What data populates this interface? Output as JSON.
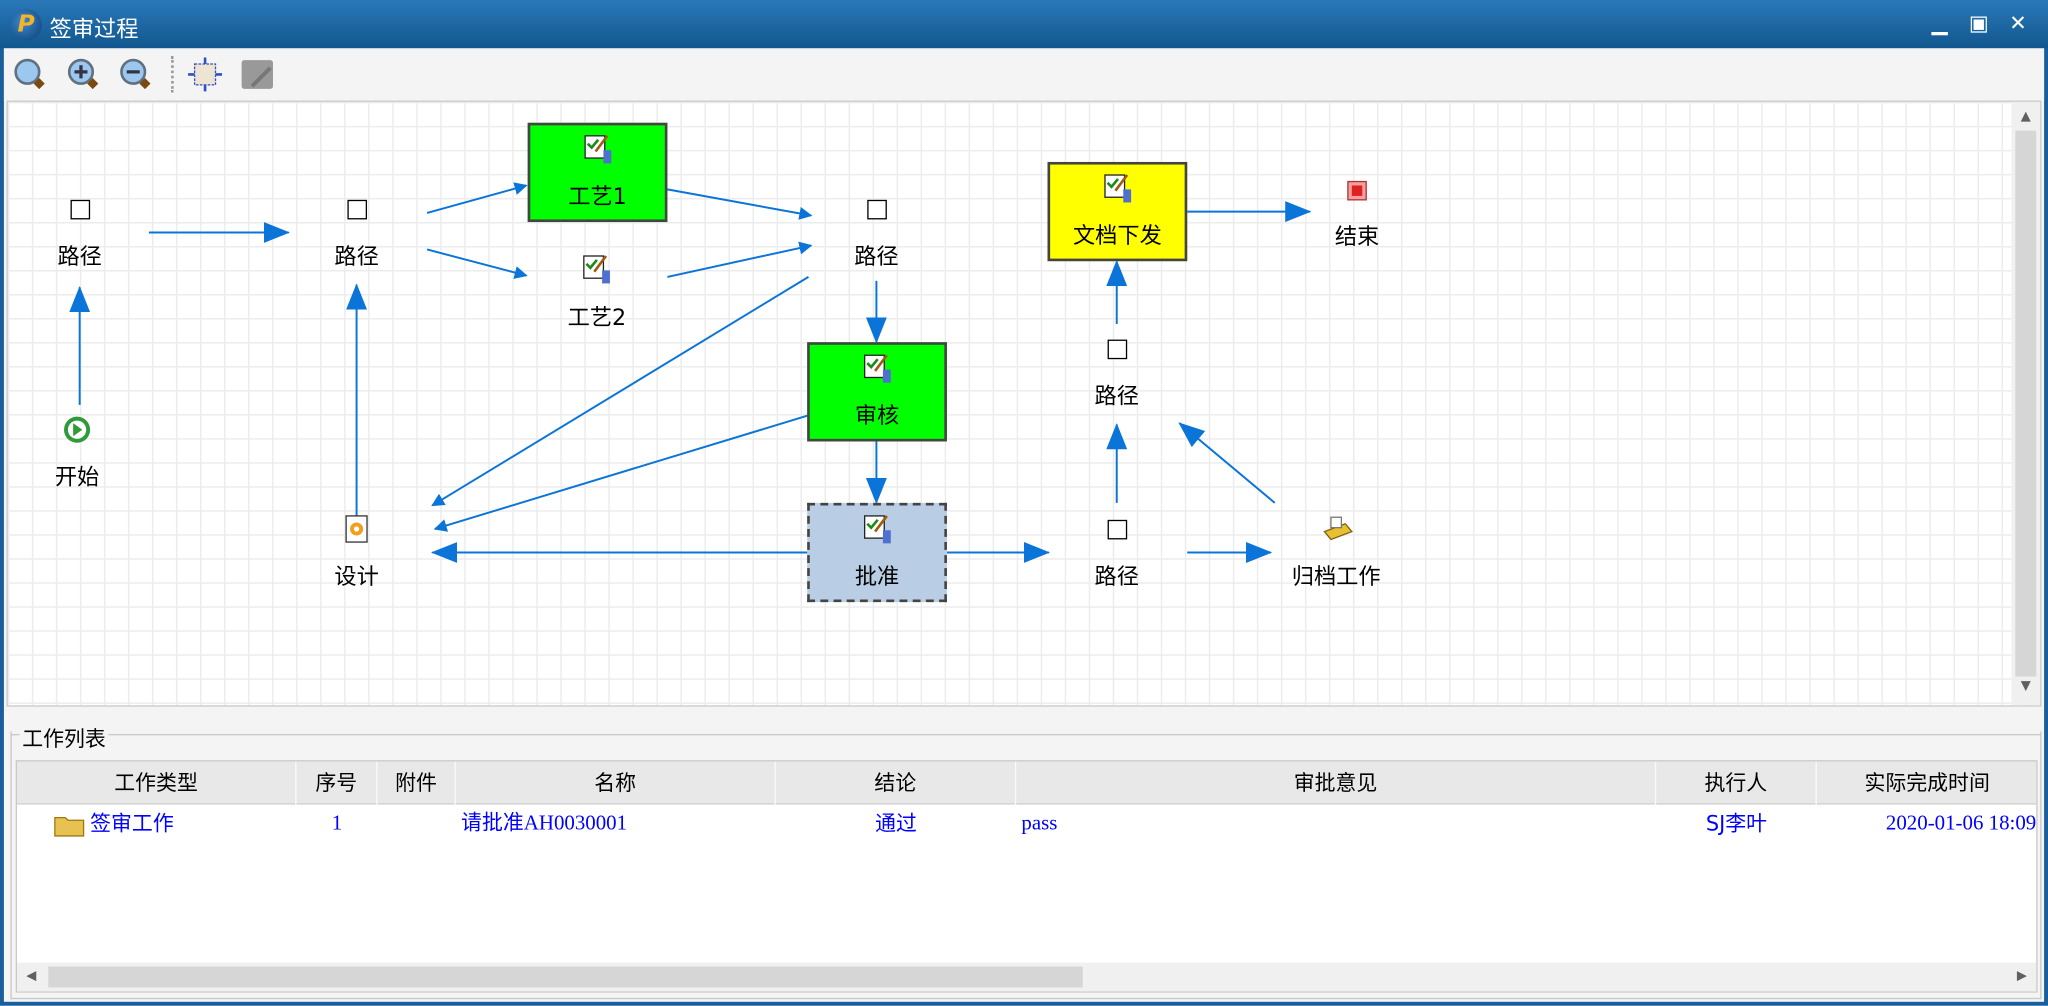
{
  "window": {
    "title": "签审过程",
    "logo_letter": "P"
  },
  "toolbar": {
    "buttons": [
      "zoom-icon",
      "zoom-in-icon",
      "zoom-out-icon",
      "fit-icon",
      "edit-icon"
    ]
  },
  "diagram": {
    "nodes": {
      "route1": "路径",
      "start": "开始",
      "route2": "路径",
      "design": "设计",
      "craft1": "工艺1",
      "craft2": "工艺2",
      "route3": "路径",
      "review": "审核",
      "approve": "批准",
      "route4": "路径",
      "archive": "归档工作",
      "route5": "路径",
      "publish": "文档下发",
      "end": "结束"
    },
    "colors": {
      "active": "#00ff00",
      "pending": "#ffff00",
      "current": "#b9cde4",
      "edge": "#0a74d8"
    }
  },
  "worklist": {
    "title": "工作列表",
    "columns": [
      "工作类型",
      "序号",
      "附件",
      "名称",
      "结论",
      "审批意见",
      "执行人",
      "实际完成时间"
    ],
    "rows": [
      {
        "type": "签审工作",
        "seq": "1",
        "attachment": "",
        "name": "请批准AH0030001",
        "conclusion": "通过",
        "comment": "pass",
        "executor": "SJ李叶",
        "finished": "2020-01-06 18:09"
      }
    ]
  }
}
